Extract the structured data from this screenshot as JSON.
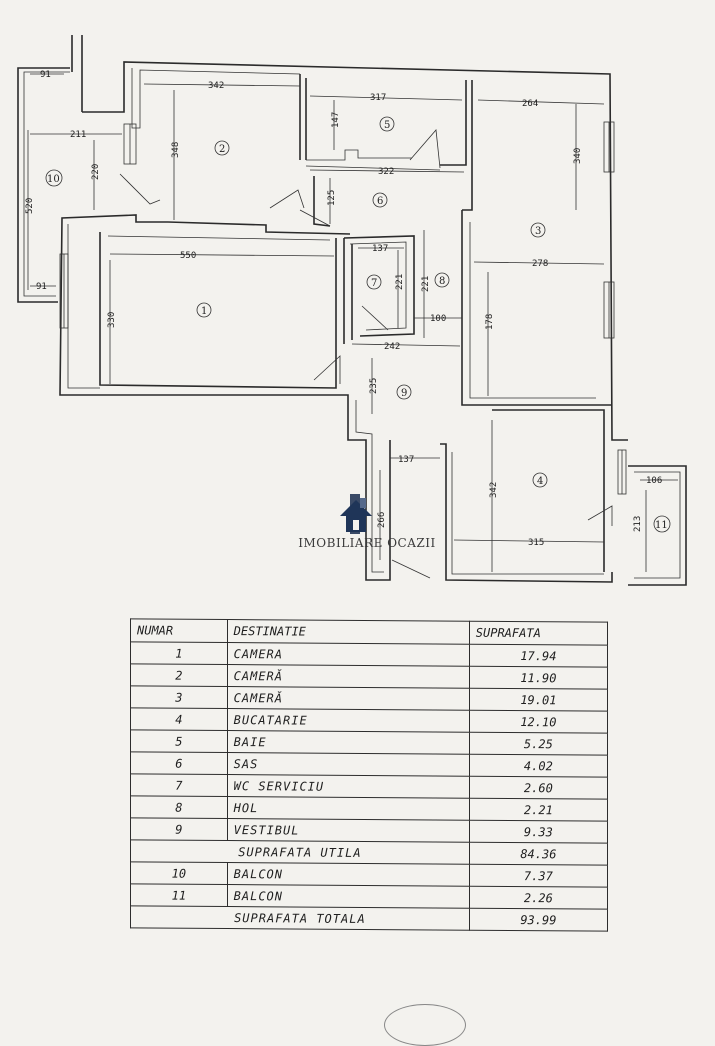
{
  "plan": {
    "dimensions": {
      "d91a": "91",
      "d211": "211",
      "d220": "220",
      "d520": "520",
      "d91b": "91",
      "d342": "342",
      "d348": "348",
      "d317": "317",
      "d147": "147",
      "d322": "322",
      "d125": "125",
      "d264": "264",
      "d340": "340",
      "d550": "550",
      "d330": "330",
      "d137": "137",
      "d221a": "221",
      "d221b": "221",
      "d100": "100",
      "d278": "278",
      "d178": "178",
      "d242": "242",
      "d235": "235",
      "d137b": "137",
      "d266": "266",
      "d342b": "342",
      "d315": "315",
      "d106": "106",
      "d213": "213"
    },
    "rooms": [
      "1",
      "2",
      "3",
      "4",
      "5",
      "6",
      "7",
      "8",
      "9",
      "10",
      "11"
    ]
  },
  "logo": {
    "brand": "IMOBILIARE OCAZII"
  },
  "table": {
    "headers": {
      "nr": "NUMAR",
      "dest": "DESTINATIE",
      "sup": "SUPRAFATA"
    },
    "rows": [
      {
        "nr": "1",
        "dest": "CAMERA",
        "sup": "17.94"
      },
      {
        "nr": "2",
        "dest": "CAMERĂ",
        "sup": "11.90"
      },
      {
        "nr": "3",
        "dest": "CAMERĂ",
        "sup": "19.01"
      },
      {
        "nr": "4",
        "dest": "BUCATARIE",
        "sup": "12.10"
      },
      {
        "nr": "5",
        "dest": "BAIE",
        "sup": "5.25"
      },
      {
        "nr": "6",
        "dest": "SAS",
        "sup": "4.02"
      },
      {
        "nr": "7",
        "dest": "WC SERVICIU",
        "sup": "2.60"
      },
      {
        "nr": "8",
        "dest": "HOL",
        "sup": "2.21"
      },
      {
        "nr": "9",
        "dest": "VESTIBUL",
        "sup": "9.33"
      }
    ],
    "util": {
      "label": "SUPRAFATA UTILA",
      "value": "84.36"
    },
    "balconies": [
      {
        "nr": "10",
        "dest": "BALCON",
        "sup": "7.37"
      },
      {
        "nr": "11",
        "dest": "BALCON",
        "sup": "2.26"
      }
    ],
    "total": {
      "label": "SUPRAFATA TOTALA",
      "value": "93.99"
    }
  }
}
